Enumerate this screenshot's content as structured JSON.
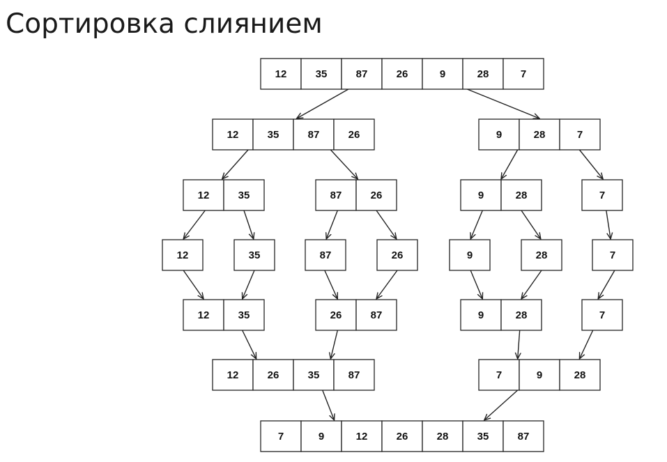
{
  "title": "Сортировка слиянием",
  "levels": [
    {
      "name": "input",
      "rows": [
        [
          "12",
          "35",
          "87",
          "26",
          "9",
          "28",
          "7"
        ]
      ]
    },
    {
      "name": "split-1",
      "rows": [
        [
          "12",
          "35",
          "87",
          "26"
        ],
        [
          "9",
          "28",
          "7"
        ]
      ]
    },
    {
      "name": "split-2",
      "rows": [
        [
          "12",
          "35"
        ],
        [
          "87",
          "26"
        ],
        [
          "9",
          "28"
        ],
        [
          "7"
        ]
      ]
    },
    {
      "name": "split-3",
      "rows": [
        [
          "12"
        ],
        [
          "35"
        ],
        [
          "87"
        ],
        [
          "26"
        ],
        [
          "9"
        ],
        [
          "28"
        ],
        [
          "7"
        ]
      ]
    },
    {
      "name": "merge-1",
      "rows": [
        [
          "12",
          "35"
        ],
        [
          "26",
          "87"
        ],
        [
          "9",
          "28"
        ],
        [
          "7"
        ]
      ]
    },
    {
      "name": "merge-2",
      "rows": [
        [
          "12",
          "26",
          "35",
          "87"
        ],
        [
          "7",
          "9",
          "28"
        ]
      ]
    },
    {
      "name": "output",
      "rows": [
        [
          "7",
          "9",
          "12",
          "26",
          "28",
          "35",
          "87"
        ]
      ]
    }
  ]
}
